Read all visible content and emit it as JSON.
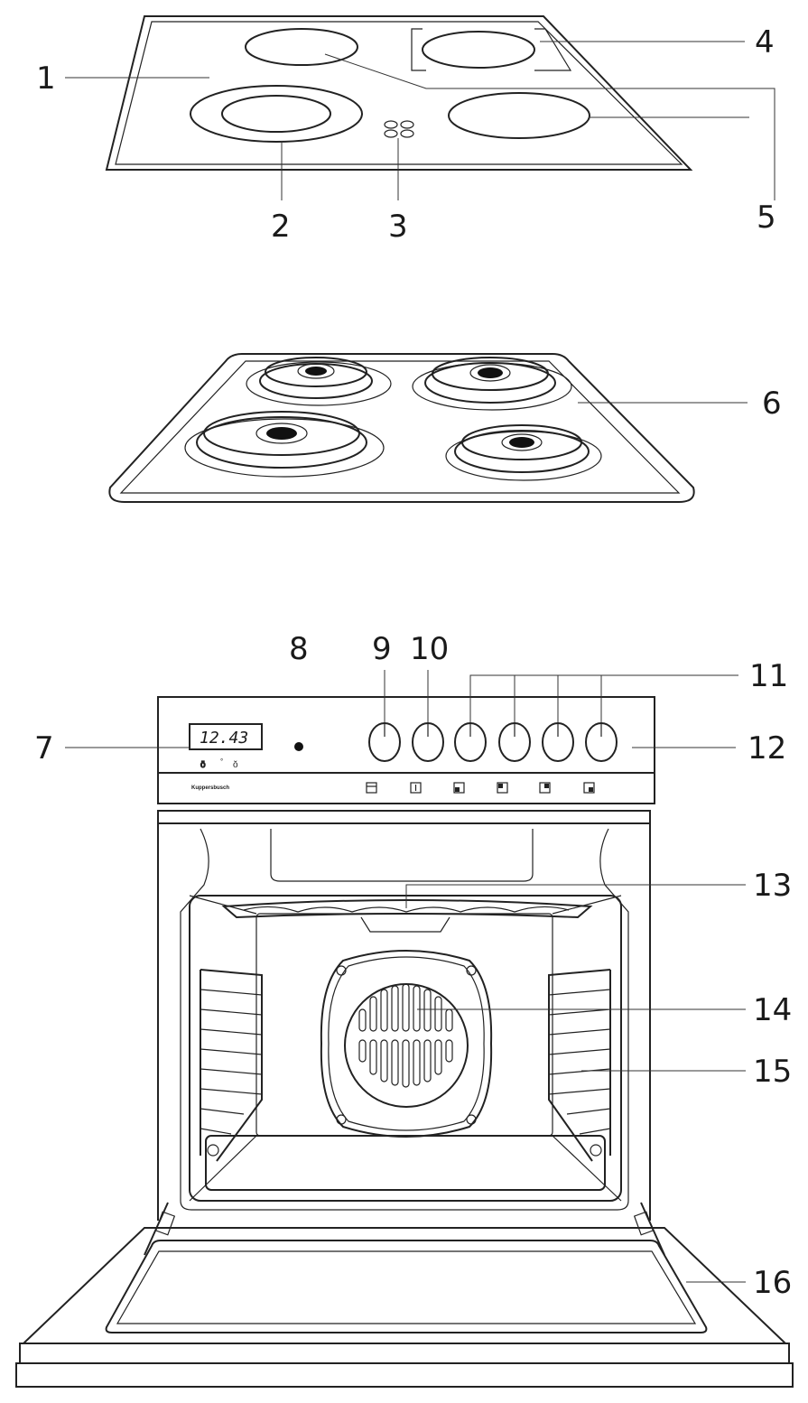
{
  "diagram": {
    "callouts": [
      "1",
      "2",
      "3",
      "4",
      "5",
      "6",
      "7",
      "8",
      "9",
      "10",
      "11",
      "12",
      "13",
      "14",
      "15",
      "16"
    ],
    "display_time": "12.43",
    "brand_label": "Kuppersbusch"
  },
  "colors": {
    "ink": "#222222",
    "fill": "#ffffff"
  }
}
